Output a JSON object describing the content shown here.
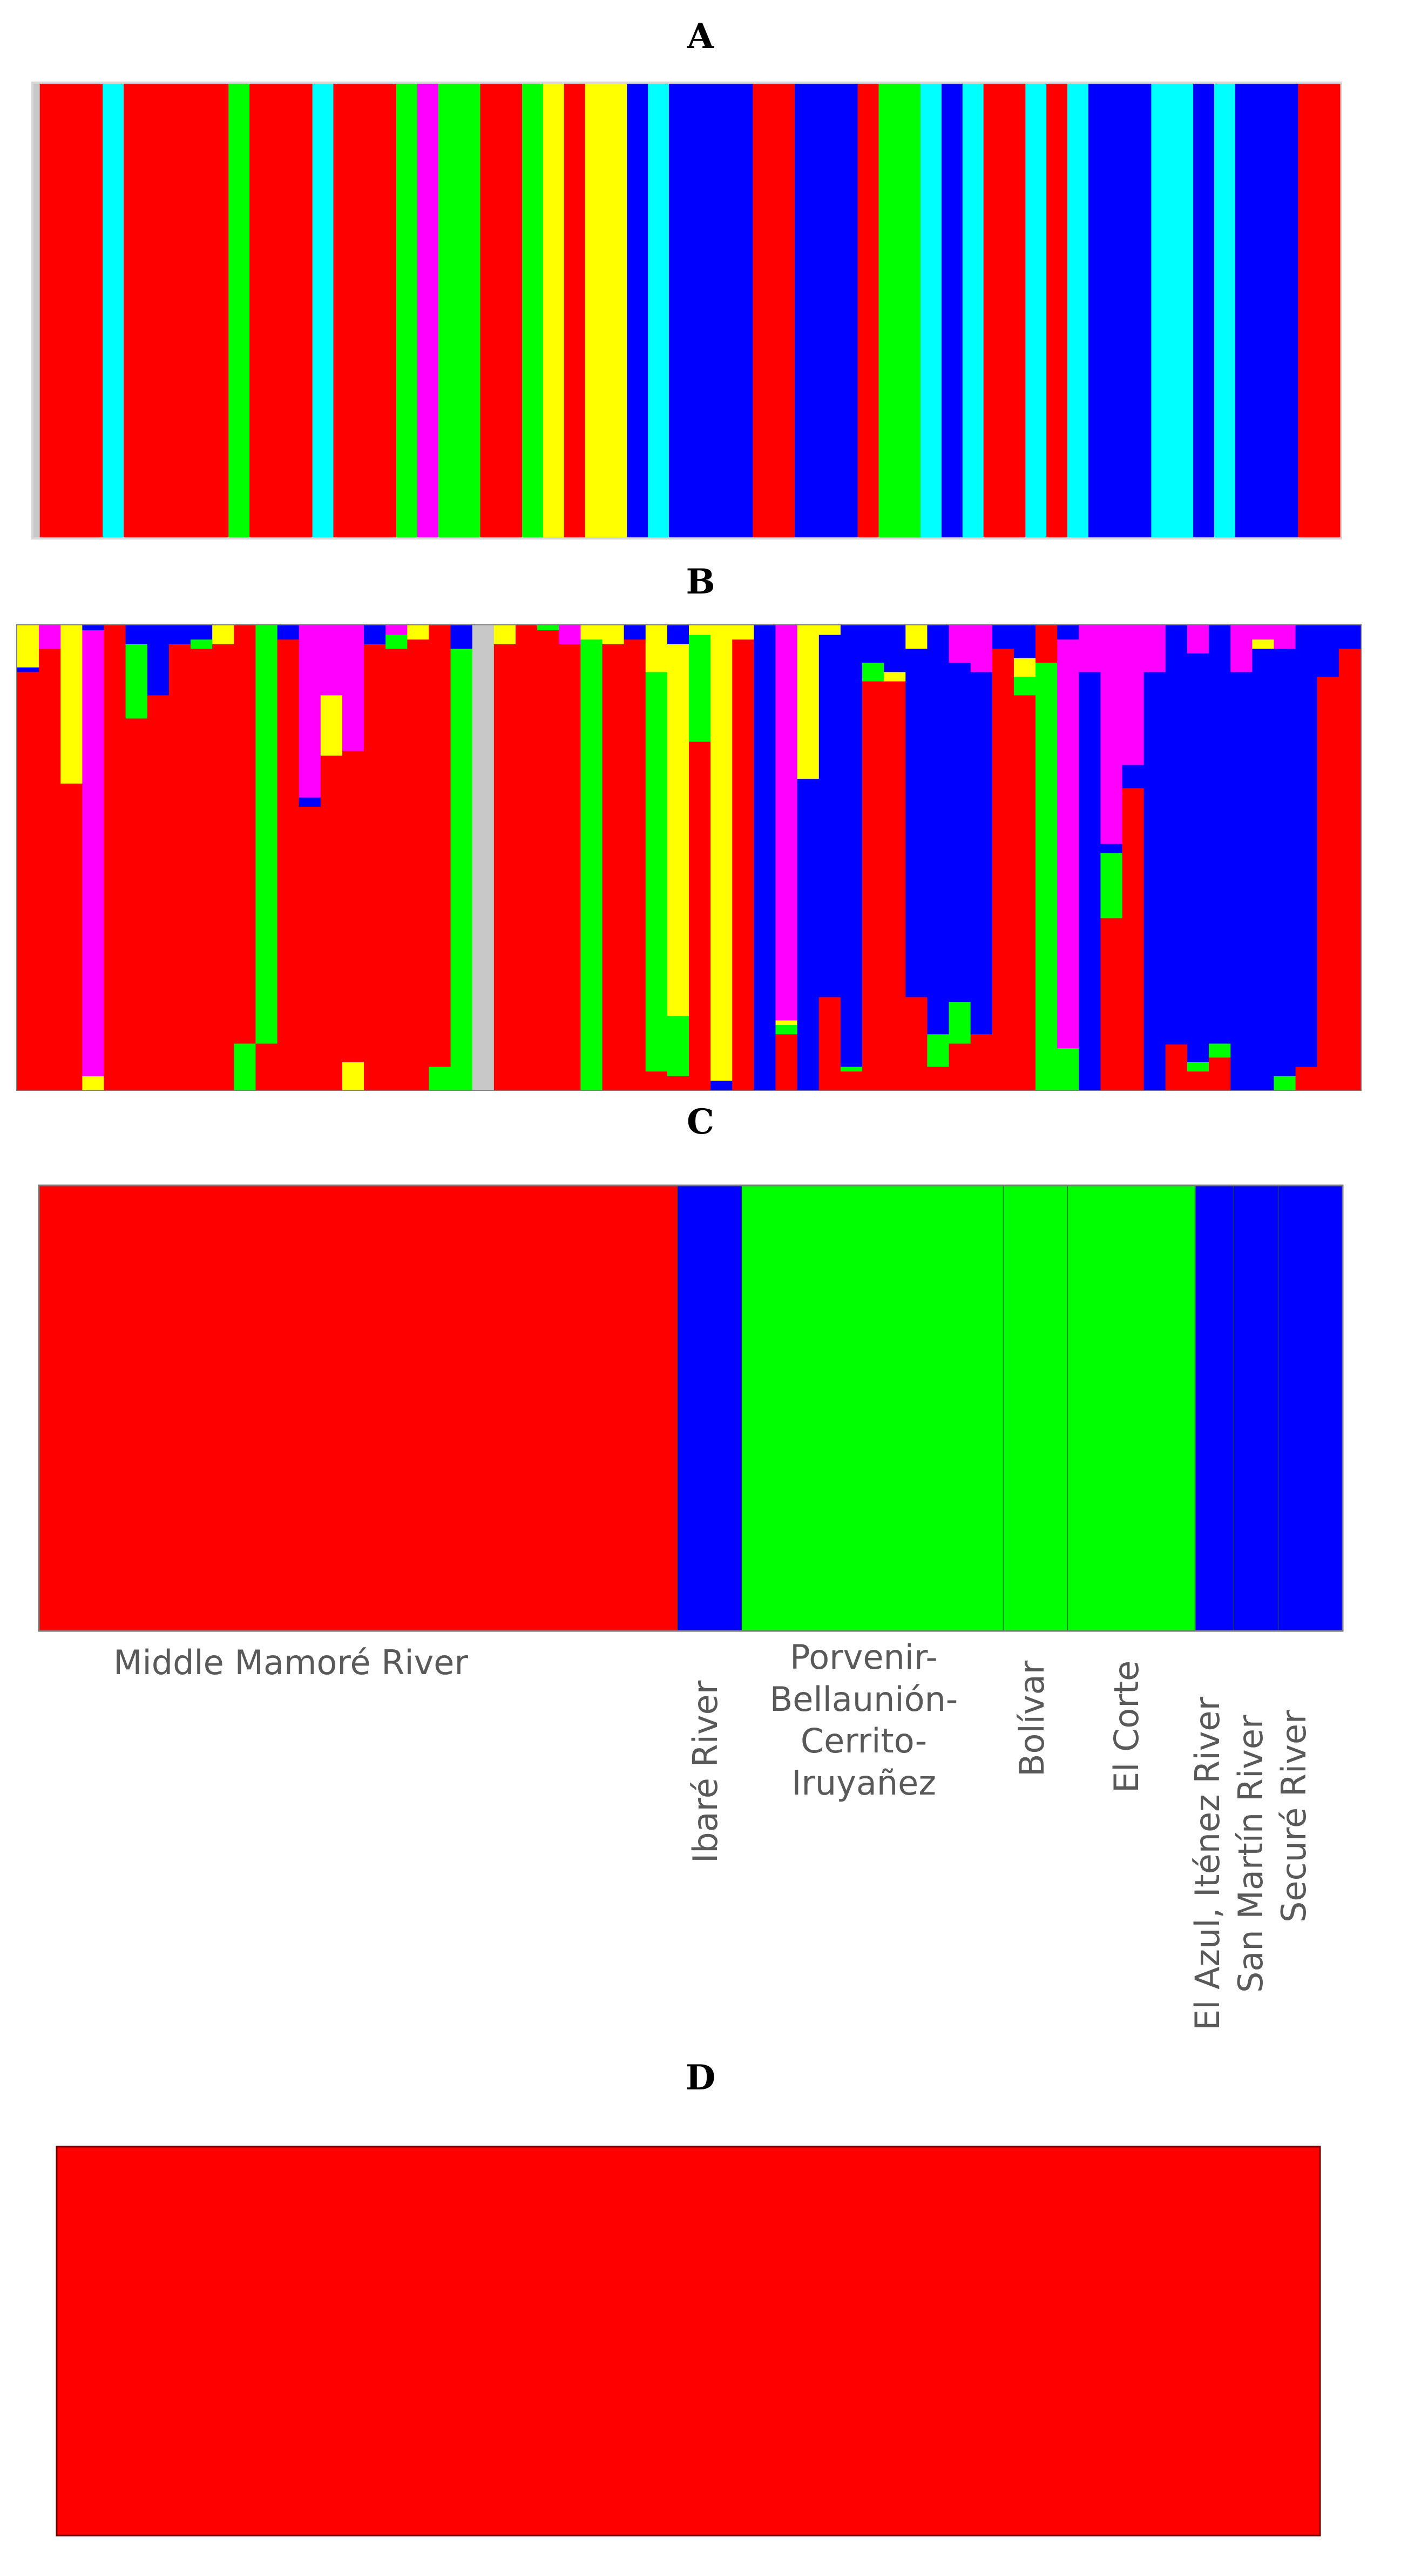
{
  "panels": {
    "a": {
      "label": "A"
    },
    "b": {
      "label": "B"
    },
    "c": {
      "label": "C"
    },
    "d": {
      "label": "D"
    }
  },
  "colors": {
    "red": "#ff0000",
    "green": "#00ff00",
    "blue": "#0000ff",
    "cyan": "#00ffff",
    "yellow": "#ffff00",
    "magenta": "#ff00ff",
    "grey": "#c8c8c8"
  },
  "chart_data": [
    {
      "panel": "A",
      "type": "bar",
      "description": "stacked admixture barplot, proportion scale 0-1, individuals left to right as colored columns",
      "ylim": [
        0,
        1
      ],
      "segments": [
        {
          "color": "grey",
          "width": 0.3
        },
        {
          "color": "red",
          "width": 3
        },
        {
          "color": "cyan",
          "width": 1
        },
        {
          "color": "red",
          "width": 5
        },
        {
          "color": "green",
          "width": 1
        },
        {
          "color": "red",
          "width": 3
        },
        {
          "color": "cyan",
          "width": 1
        },
        {
          "color": "red",
          "width": 3
        },
        {
          "color": "green",
          "width": 1
        },
        {
          "color": "magenta",
          "width": 1
        },
        {
          "color": "green",
          "width": 2
        },
        {
          "color": "red",
          "width": 2
        },
        {
          "color": "green",
          "width": 1
        },
        {
          "color": "yellow",
          "width": 1
        },
        {
          "color": "red",
          "width": 1
        },
        {
          "color": "yellow",
          "width": 2
        },
        {
          "color": "blue",
          "width": 1
        },
        {
          "color": "cyan",
          "width": 1
        },
        {
          "color": "blue",
          "width": 4
        },
        {
          "color": "red",
          "width": 2
        },
        {
          "color": "blue",
          "width": 3
        },
        {
          "color": "red",
          "width": 1
        },
        {
          "color": "green",
          "width": 2
        },
        {
          "color": "cyan",
          "width": 1
        },
        {
          "color": "blue",
          "width": 1
        },
        {
          "color": "cyan",
          "width": 1
        },
        {
          "color": "red",
          "width": 2
        },
        {
          "color": "cyan",
          "width": 1
        },
        {
          "color": "red",
          "width": 1
        },
        {
          "color": "cyan",
          "width": 1
        },
        {
          "color": "blue",
          "width": 3
        },
        {
          "color": "cyan",
          "width": 2
        },
        {
          "color": "blue",
          "width": 1
        },
        {
          "color": "cyan",
          "width": 1
        },
        {
          "color": "blue",
          "width": 3
        },
        {
          "color": "red",
          "width": 2
        }
      ]
    },
    {
      "panel": "B",
      "type": "bar",
      "description": "stacked admixture barplot, 62 individuals, each column lists colour proportions from bottom to top",
      "ylim": [
        0,
        1
      ],
      "columns": [
        [
          [
            "red",
            0.9
          ],
          [
            "blue",
            0.01
          ],
          [
            "yellow",
            0.09
          ]
        ],
        [
          [
            "red",
            0.95
          ],
          [
            "magenta",
            0.05
          ]
        ],
        [
          [
            "red",
            0.66
          ],
          [
            "yellow",
            0.34
          ]
        ],
        [
          [
            "yellow",
            0.03
          ],
          [
            "red",
            0.0
          ],
          [
            "magenta",
            0.96
          ],
          [
            "blue",
            0.01
          ]
        ],
        [
          [
            "red",
            1.0
          ]
        ],
        [
          [
            "red",
            0.8
          ],
          [
            "green",
            0.16
          ],
          [
            "blue",
            0.04
          ]
        ],
        [
          [
            "red",
            0.85
          ],
          [
            "blue",
            0.15
          ]
        ],
        [
          [
            "red",
            0.96
          ],
          [
            "blue",
            0.04
          ]
        ],
        [
          [
            "red",
            0.95
          ],
          [
            "green",
            0.02
          ],
          [
            "blue",
            0.03
          ]
        ],
        [
          [
            "red",
            0.96
          ],
          [
            "yellow",
            0.04
          ]
        ],
        [
          [
            "green",
            0.1
          ],
          [
            "red",
            0.9
          ]
        ],
        [
          [
            "red",
            0.1
          ],
          [
            "green",
            0.9
          ]
        ],
        [
          [
            "red",
            0.97
          ],
          [
            "blue",
            0.03
          ]
        ],
        [
          [
            "red",
            0.61
          ],
          [
            "blue",
            0.02
          ],
          [
            "magenta",
            0.37
          ]
        ],
        [
          [
            "red",
            0.72
          ],
          [
            "yellow",
            0.13
          ],
          [
            "magenta",
            0.15
          ]
        ],
        [
          [
            "yellow",
            0.06
          ],
          [
            "red",
            0.67
          ],
          [
            "magenta",
            0.27
          ]
        ],
        [
          [
            "red",
            0.96
          ],
          [
            "blue",
            0.04
          ]
        ],
        [
          [
            "red",
            0.95
          ],
          [
            "green",
            0.03
          ],
          [
            "magenta",
            0.02
          ]
        ],
        [
          [
            "red",
            0.97
          ],
          [
            "yellow",
            0.03
          ]
        ],
        [
          [
            "green",
            0.05
          ],
          [
            "red",
            0.95
          ]
        ],
        [
          [
            "green",
            0.95
          ],
          [
            "blue",
            0.05
          ]
        ],
        [
          [
            "grey",
            1.0
          ]
        ],
        [
          [
            "red",
            0.96
          ],
          [
            "yellow",
            0.04
          ]
        ],
        [
          [
            "red",
            1.0
          ]
        ],
        [
          [
            "red",
            0.99
          ],
          [
            "green",
            0.01
          ]
        ],
        [
          [
            "red",
            0.96
          ],
          [
            "magenta",
            0.04
          ]
        ],
        [
          [
            "green",
            0.97
          ],
          [
            "yellow",
            0.03
          ]
        ],
        [
          [
            "red",
            0.96
          ],
          [
            "yellow",
            0.04
          ]
        ],
        [
          [
            "red",
            0.97
          ],
          [
            "blue",
            0.03
          ]
        ],
        [
          [
            "red",
            0.04
          ],
          [
            "green",
            0.86
          ],
          [
            "yellow",
            0.1
          ]
        ],
        [
          [
            "red",
            0.03
          ],
          [
            "green",
            0.13
          ],
          [
            "yellow",
            0.8
          ],
          [
            "blue",
            0.04
          ]
        ],
        [
          [
            "red",
            0.75
          ],
          [
            "green",
            0.23
          ],
          [
            "yellow",
            0.02
          ]
        ],
        [
          [
            "blue",
            0.02
          ],
          [
            "yellow",
            0.98
          ]
        ],
        [
          [
            "red",
            0.97
          ],
          [
            "yellow",
            0.03
          ]
        ],
        [
          [
            "blue",
            1.0
          ]
        ],
        [
          [
            "red",
            0.12
          ],
          [
            "green",
            0.02
          ],
          [
            "yellow",
            0.01
          ],
          [
            "magenta",
            0.85
          ]
        ],
        [
          [
            "blue",
            0.67
          ],
          [
            "yellow",
            0.33
          ]
        ],
        [
          [
            "red",
            0.2
          ],
          [
            "blue",
            0.78
          ],
          [
            "yellow",
            0.02
          ]
        ],
        [
          [
            "red",
            0.04
          ],
          [
            "green",
            0.01
          ],
          [
            "blue",
            0.95
          ]
        ],
        [
          [
            "red",
            0.88
          ],
          [
            "green",
            0.04
          ],
          [
            "blue",
            0.08
          ]
        ],
        [
          [
            "red",
            0.88
          ],
          [
            "yellow",
            0.02
          ],
          [
            "blue",
            0.1
          ]
        ],
        [
          [
            "red",
            0.2
          ],
          [
            "blue",
            0.75
          ],
          [
            "yellow",
            0.05
          ]
        ],
        [
          [
            "red",
            0.05
          ],
          [
            "green",
            0.07
          ],
          [
            "blue",
            0.88
          ]
        ],
        [
          [
            "red",
            0.1
          ],
          [
            "green",
            0.09
          ],
          [
            "blue",
            0.73
          ],
          [
            "magenta",
            0.08
          ]
        ],
        [
          [
            "red",
            0.12
          ],
          [
            "blue",
            0.78
          ],
          [
            "magenta",
            0.1
          ]
        ],
        [
          [
            "red",
            0.95
          ],
          [
            "blue",
            0.05
          ]
        ],
        [
          [
            "red",
            0.85
          ],
          [
            "green",
            0.04
          ],
          [
            "yellow",
            0.04
          ],
          [
            "blue",
            0.07
          ]
        ],
        [
          [
            "green",
            0.92
          ],
          [
            "red",
            0.08
          ]
        ],
        [
          [
            "green",
            0.09
          ],
          [
            "magenta",
            0.88
          ],
          [
            "blue",
            0.03
          ]
        ],
        [
          [
            "blue",
            0.9
          ],
          [
            "magenta",
            0.1
          ]
        ],
        [
          [
            "red",
            0.37
          ],
          [
            "green",
            0.14
          ],
          [
            "blue",
            0.02
          ],
          [
            "magenta",
            0.47
          ]
        ],
        [
          [
            "red",
            0.65
          ],
          [
            "blue",
            0.05
          ],
          [
            "magenta",
            0.3
          ]
        ],
        [
          [
            "blue",
            0.9
          ],
          [
            "magenta",
            0.1
          ]
        ],
        [
          [
            "red",
            0.1
          ],
          [
            "blue",
            0.92
          ]
        ],
        [
          [
            "red",
            0.04
          ],
          [
            "green",
            0.02
          ],
          [
            "blue",
            0.88
          ],
          [
            "magenta",
            0.06
          ]
        ],
        [
          [
            "red",
            0.07
          ],
          [
            "green",
            0.03
          ],
          [
            "blue",
            0.9
          ]
        ],
        [
          [
            "blue",
            0.9
          ],
          [
            "magenta",
            0.1
          ]
        ],
        [
          [
            "blue",
            0.95
          ],
          [
            "yellow",
            0.02
          ],
          [
            "magenta",
            0.03
          ]
        ],
        [
          [
            "green",
            0.03
          ],
          [
            "blue",
            0.92
          ],
          [
            "magenta",
            0.05
          ]
        ],
        [
          [
            "red",
            0.05
          ],
          [
            "blue",
            0.95
          ]
        ],
        [
          [
            "red",
            0.89
          ],
          [
            "blue",
            0.11
          ]
        ],
        [
          [
            "red",
            0.95
          ],
          [
            "blue",
            0.05
          ]
        ]
      ]
    },
    {
      "panel": "C",
      "type": "bar",
      "description": "population-level cluster assignment",
      "ylim": [
        0,
        1
      ],
      "groups": [
        {
          "name": "Middle Mamoré River",
          "color": "red",
          "width": 50
        },
        {
          "name": "Ibaré River",
          "color": "blue",
          "width": 5
        },
        {
          "name": "Porvenir-Bellaunión-Cerrito-Iruyañez",
          "color": "green",
          "width": 20.5
        },
        {
          "name": "Bolívar",
          "color": "green",
          "width": 5
        },
        {
          "name": "El Corte",
          "color": "green",
          "width": 10
        },
        {
          "name": "El Azul, Iténez River",
          "color": "blue",
          "width": 3
        },
        {
          "name": "San Martín River",
          "color": "blue",
          "width": 3.5
        },
        {
          "name": "Securé River",
          "color": "blue",
          "width": 5
        }
      ]
    },
    {
      "panel": "D",
      "type": "bar",
      "description": "single cluster, all individuals assigned to one group",
      "ylim": [
        0,
        1
      ],
      "segments": [
        {
          "color": "red",
          "width": 1
        }
      ]
    }
  ]
}
